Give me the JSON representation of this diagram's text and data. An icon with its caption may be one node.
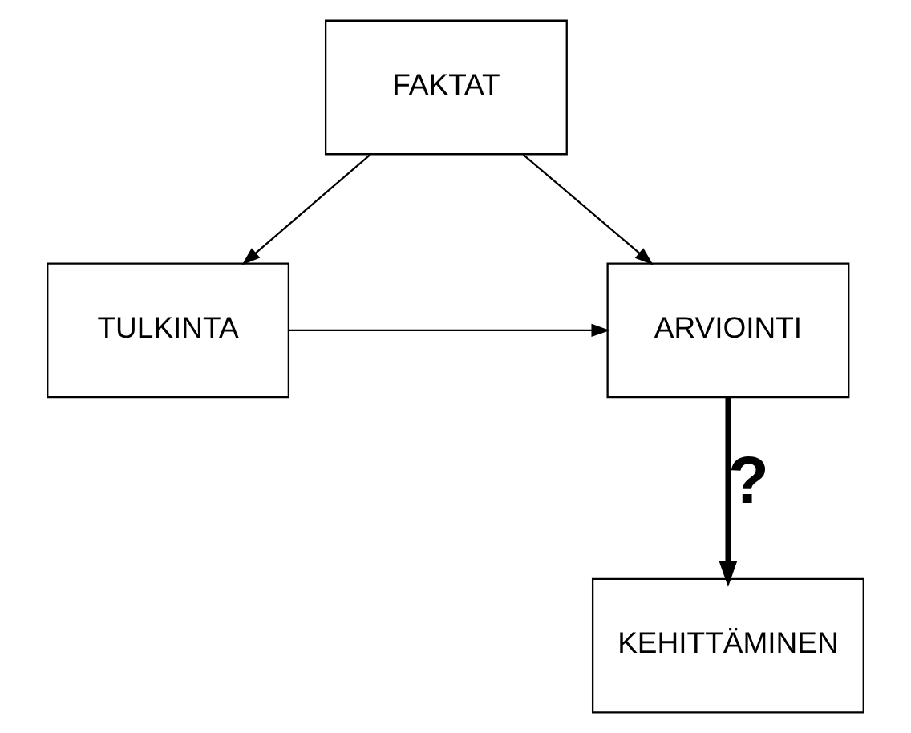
{
  "diagram": {
    "nodes": [
      {
        "text": [
          "FAKTAT"
        ]
      },
      {
        "text": [
          "TULKINTA"
        ]
      },
      {
        "text": [
          "ARVIOINTI"
        ]
      },
      {
        "text": [
          "KEHITTÄMINEN"
        ]
      }
    ],
    "edges": [
      {
        "from": 0,
        "to": 1,
        "arrow": "to"
      },
      {
        "from": 0,
        "to": 2,
        "arrow": "to"
      },
      {
        "from": 1,
        "to": 2,
        "arrow": "to"
      },
      {
        "from": 2,
        "to": 3,
        "arrow": "to",
        "style": "thick",
        "label": "?"
      }
    ]
  }
}
